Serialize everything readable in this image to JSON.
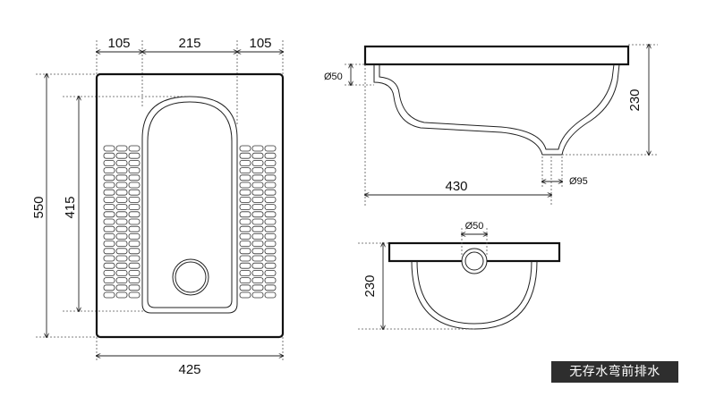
{
  "top_view": {
    "width_segments": [
      "105",
      "215",
      "105"
    ],
    "total_width": "425",
    "total_length": "550",
    "inner_length": "415"
  },
  "side_view": {
    "pipe_diameter": "Ø50",
    "height": "230",
    "length": "430",
    "drain_diameter": "Ø95"
  },
  "front_view": {
    "pipe_diameter": "Ø50",
    "height": "230"
  },
  "caption": "无存水弯前排水"
}
